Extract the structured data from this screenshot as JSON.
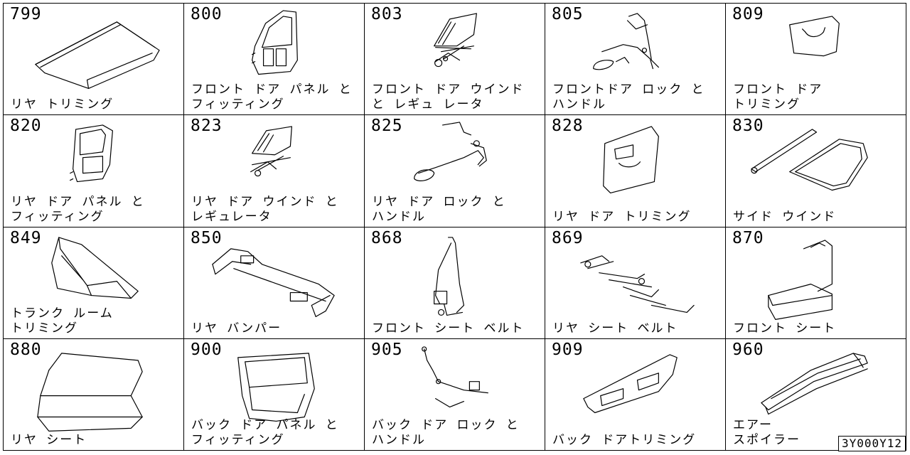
{
  "catalog_code": "3Y000Y12",
  "cells": [
    {
      "number": "799",
      "lines": [
        "リヤ トリミング"
      ],
      "icon": "rear-shelf-trim-icon"
    },
    {
      "number": "800",
      "lines": [
        "フロント ドア パネル と",
        "フィッティング"
      ],
      "icon": "front-door-panel-icon"
    },
    {
      "number": "803",
      "lines": [
        "フロント ドア ウインド",
        "と レギュ レータ"
      ],
      "icon": "window-regulator-icon"
    },
    {
      "number": "805",
      "lines": [
        "フロントドア ロック と",
        "ハンドル"
      ],
      "icon": "door-lock-handle-icon"
    },
    {
      "number": "809",
      "lines": [
        "フロント ドア",
        "トリミング"
      ],
      "icon": "front-door-trim-icon"
    },
    {
      "number": "820",
      "lines": [
        "リヤ ドア パネル と",
        "フィッティング"
      ],
      "icon": "rear-door-panel-icon"
    },
    {
      "number": "823",
      "lines": [
        "リヤ ドア ウインド と",
        "レギュレータ"
      ],
      "icon": "rear-window-regulator-icon"
    },
    {
      "number": "825",
      "lines": [
        "リヤ ドア ロック と",
        "ハンドル"
      ],
      "icon": "rear-door-lock-icon"
    },
    {
      "number": "828",
      "lines": [
        "リヤ ドア トリミング"
      ],
      "icon": "rear-door-trim-icon"
    },
    {
      "number": "830",
      "lines": [
        "サイド ウインド"
      ],
      "icon": "side-window-icon"
    },
    {
      "number": "849",
      "lines": [
        "トランク ルーム",
        "トリミング"
      ],
      "icon": "trunk-trim-icon"
    },
    {
      "number": "850",
      "lines": [
        "リヤ バンパー"
      ],
      "icon": "rear-bumper-icon"
    },
    {
      "number": "868",
      "lines": [
        "フロント シート ベルト"
      ],
      "icon": "front-seat-belt-icon"
    },
    {
      "number": "869",
      "lines": [
        "リヤ シート ベルト"
      ],
      "icon": "rear-seat-belt-icon"
    },
    {
      "number": "870",
      "lines": [
        "フロント シート"
      ],
      "icon": "front-seat-icon"
    },
    {
      "number": "880",
      "lines": [
        "リヤ シート"
      ],
      "icon": "rear-seat-icon"
    },
    {
      "number": "900",
      "lines": [
        "バック ドア パネル と",
        "フィッティング"
      ],
      "icon": "back-door-panel-icon"
    },
    {
      "number": "905",
      "lines": [
        "バック ドア ロック と",
        "ハンドル"
      ],
      "icon": "back-door-lock-icon"
    },
    {
      "number": "909",
      "lines": [
        "バック ドアトリミング"
      ],
      "icon": "back-door-trim-icon"
    },
    {
      "number": "960",
      "lines": [
        "エアー",
        "スポイラー"
      ],
      "icon": "air-spoiler-icon"
    }
  ]
}
